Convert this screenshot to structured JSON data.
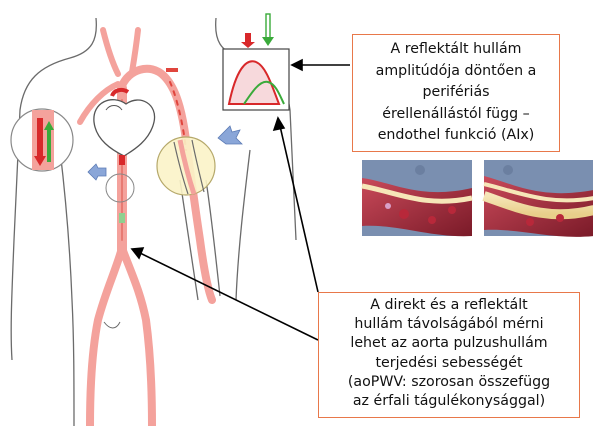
{
  "callouts": {
    "top": [
      "A reflektált hullám",
      "amplitúdója döntően a",
      "perifériás",
      "érellenállástól függ –",
      "endothel funkció (AIx)"
    ],
    "bottom": [
      "A direkt és a reflektált",
      "hullám távolságából mérni",
      "lehet az aorta pulzushullám",
      "terjedési sebességét",
      "(aoPWV: szorosan összefügg",
      "az érfali tágulékonysággal)"
    ]
  },
  "colors": {
    "artery": "#f4a29c",
    "artery_dark": "#e0453d",
    "direct_wave": "#d8282a",
    "reflected_wave": "#3aaa3a",
    "callout_border": "#e8784a",
    "magnifier_fill": "#fbf3c8",
    "pointer_arrow": "#8aa6d8"
  },
  "icons": {
    "direct": "red-down-arrow-icon",
    "reflected": "green-up-arrow-icon",
    "zoom": "blue-pointer-arrow-icon"
  }
}
